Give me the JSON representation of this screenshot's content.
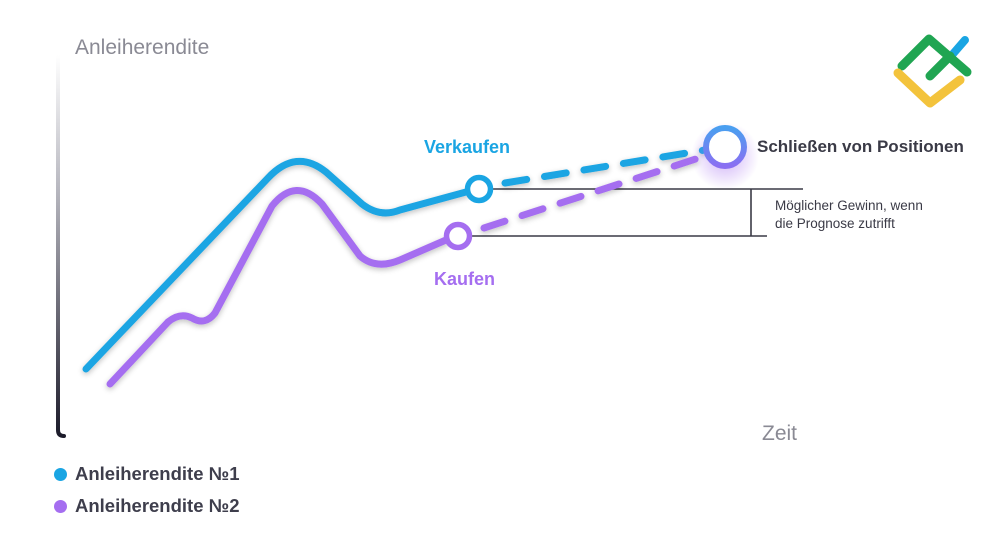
{
  "chart_data": {
    "type": "line",
    "title": "",
    "xlabel": "Zeit",
    "ylabel": "Anleiherendite",
    "grid": false,
    "legend_position": "bottom-left",
    "axis_ticks": "none",
    "series": [
      {
        "name": "Anleiherendite №1",
        "color": "#1aa5e3",
        "points": [
          [
            86,
            369
          ],
          [
            150,
            305
          ],
          [
            270,
            175
          ],
          [
            300,
            160
          ],
          [
            330,
            175
          ],
          [
            370,
            209
          ],
          [
            400,
            210
          ],
          [
            479,
            189
          ]
        ],
        "projection": [
          [
            479,
            189
          ],
          [
            725,
            147
          ]
        ],
        "marker": {
          "x": 479,
          "y": 189,
          "label": "Verkaufen"
        }
      },
      {
        "name": "Anleiherendite №2",
        "color": "#a56ef0",
        "points": [
          [
            110,
            384
          ],
          [
            170,
            320
          ],
          [
            185,
            318
          ],
          [
            205,
            323
          ],
          [
            270,
            210
          ],
          [
            300,
            192
          ],
          [
            330,
            210
          ],
          [
            370,
            262
          ],
          [
            400,
            260
          ],
          [
            458,
            236
          ]
        ],
        "projection": [
          [
            458,
            236
          ],
          [
            725,
            147
          ]
        ],
        "marker": {
          "x": 458,
          "y": 236,
          "label": "Kaufen"
        }
      }
    ],
    "annotations": [
      {
        "text": "Verkaufen",
        "color": "#1aa5e3"
      },
      {
        "text": "Kaufen",
        "color": "#a56ef0"
      },
      {
        "text": "Schließen von Positionen",
        "target": [
          725,
          147
        ]
      },
      {
        "text": "Möglicher Gewinn, wenn die Prognose zutrifft",
        "span_y": [
          189,
          236
        ]
      }
    ]
  },
  "labels": {
    "y_axis": "Anleiherendite",
    "x_axis": "Zeit",
    "sell": "Verkaufen",
    "buy": "Kaufen",
    "close_positions": "Schließen von Positionen",
    "profit_line1": "Möglicher Gewinn, wenn",
    "profit_line2": "die Prognose zutrifft"
  },
  "legend": {
    "items": [
      {
        "label": "Anleiherendite №1",
        "color": "#1aa5e3"
      },
      {
        "label": "Anleiherendite №2",
        "color": "#a56ef0"
      }
    ]
  },
  "logo": {
    "name": "brand-logo",
    "colors": [
      "#20a552",
      "#f3c33c",
      "#1aa5e3"
    ]
  }
}
